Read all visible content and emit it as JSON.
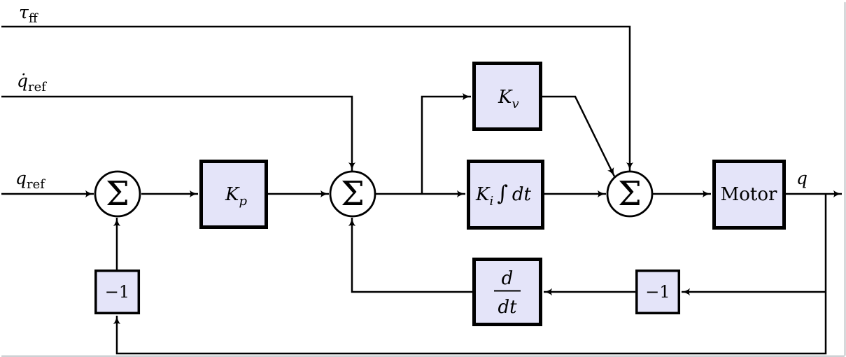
{
  "diagram": {
    "type": "block-diagram",
    "subject": "Motor control loop with feedforward torque, proportional, velocity and integral terms",
    "colors": {
      "block_fill": "#E4E4F9",
      "block_border": "#000000",
      "line": "#000000",
      "frame": "#CDD1D4",
      "background": "#FFFFFF"
    },
    "inputs": {
      "tau_ff": {
        "base": "τ",
        "sub": "ff"
      },
      "qdot_ref": {
        "base": "q̇",
        "sub": "ref"
      },
      "q_ref": {
        "base": "q",
        "sub": "ref"
      }
    },
    "output": {
      "label": "q"
    },
    "blocks": {
      "kp": {
        "base": "K",
        "sub": "p"
      },
      "kv": {
        "base": "K",
        "sub": "v"
      },
      "ki": {
        "base": "K",
        "sub": "i",
        "integral": "∫",
        "suffix": "dt"
      },
      "motor": {
        "label": "Motor"
      },
      "ddt": {
        "num": "d",
        "den": "dt"
      },
      "neg1_left": {
        "label": "−1"
      },
      "neg1_right": {
        "label": "−1"
      }
    },
    "summers": {
      "symbol": "Σ",
      "count": 3
    }
  }
}
